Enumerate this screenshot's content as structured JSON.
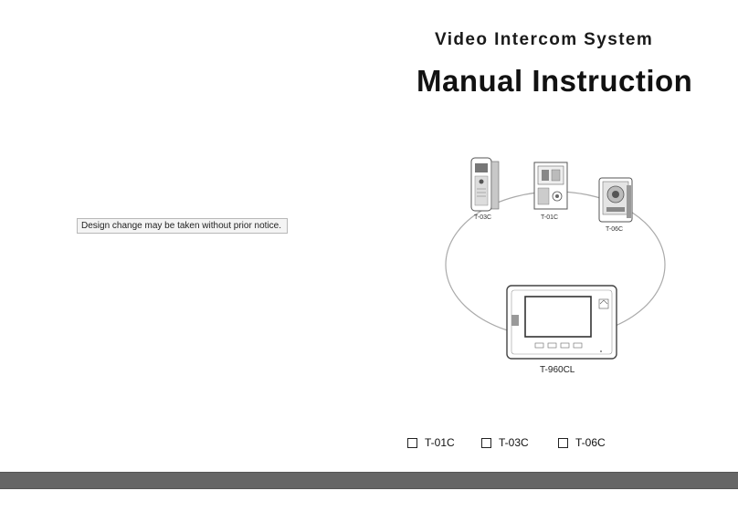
{
  "header": {
    "subtitle": "Video Intercom System",
    "title": "Manual Instruction"
  },
  "notice": {
    "text": "Design change may be taken without prior notice."
  },
  "diagram": {
    "devices": [
      {
        "label": "T-03C"
      },
      {
        "label": "T-01C"
      },
      {
        "label": "T-06C"
      }
    ],
    "main_unit": {
      "label": "T-960CL"
    }
  },
  "model_options": [
    {
      "label": "T-01C",
      "checked": false
    },
    {
      "label": "T-03C",
      "checked": false
    },
    {
      "label": "T-06C",
      "checked": false
    }
  ],
  "colors": {
    "footer_bar": "#666666",
    "text": "#1a1a1a"
  }
}
